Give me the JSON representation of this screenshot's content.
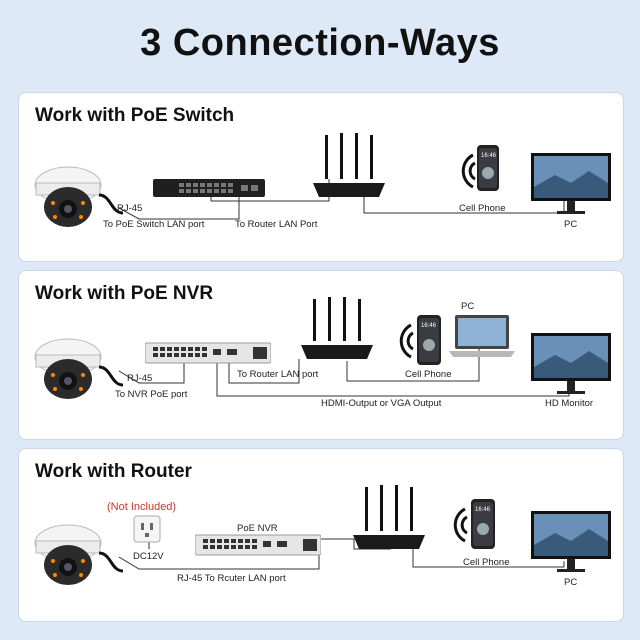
{
  "title": "3 Connection-Ways",
  "panels": [
    {
      "heading": "Work with PoE Switch",
      "labels": {
        "rj45": "RJ-45",
        "switch_port": "To PoE Switch LAN port",
        "router_port": "To Router LAN Port",
        "cell_phone": "Cell Phone",
        "pc": "PC"
      }
    },
    {
      "heading": "Work with PoE NVR",
      "labels": {
        "rj45": "RJ-45",
        "nvr_port": "To NVR PoE port",
        "router_port": "To Router LAN port",
        "cell_phone": "Cell Phone",
        "pc": "PC",
        "hdmi": "HDMI-Output or VGA Output",
        "monitor": "HD Monitor"
      }
    },
    {
      "heading": "Work with Router",
      "labels": {
        "not_included": "(Not Included)",
        "dc12v": "DC12V",
        "poe_nvr": "PoE NVR",
        "rj45_router": "RJ-45 To Rcuter LAN port",
        "cell_phone": "Cell Phone",
        "pc": "PC"
      }
    }
  ],
  "phone_time": "16:46",
  "colors": {
    "background": "#dde9f6",
    "panel": "#ffffff",
    "accent_red": "#c0392b"
  }
}
